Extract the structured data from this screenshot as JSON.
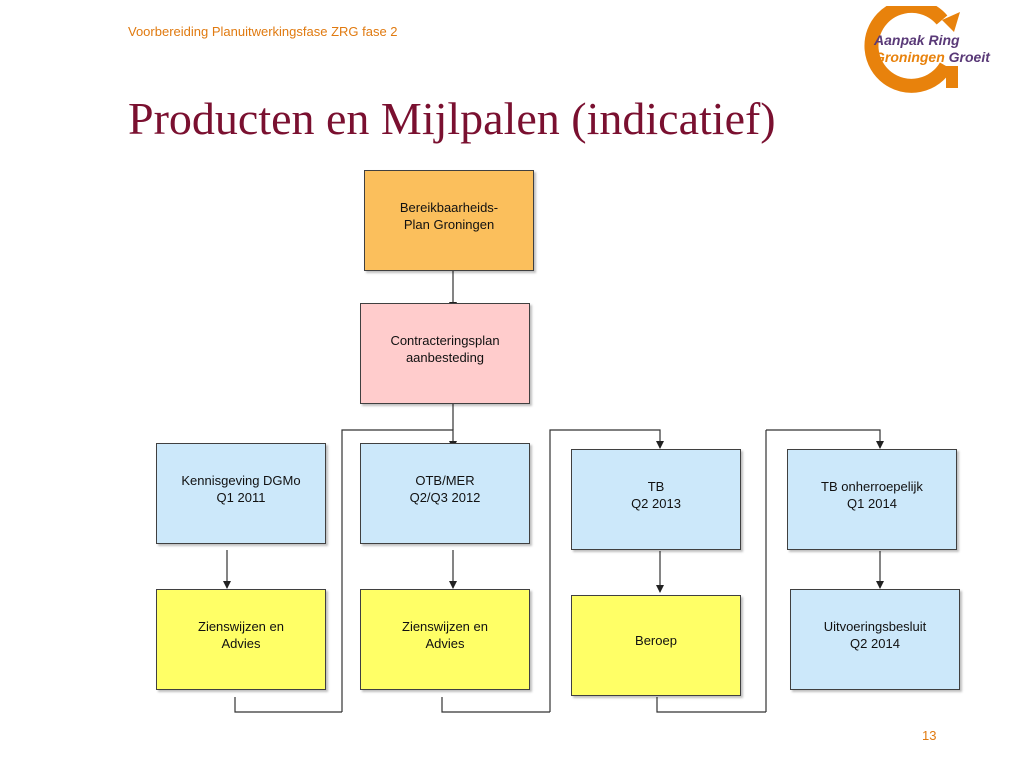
{
  "header": {
    "subtitle": "Voorbereiding Planuitwerkingsfase ZRG fase 2",
    "title": "Producten en Mijlpalen (indicatief)"
  },
  "logo": {
    "line1": "Aanpak Ring",
    "line2a": "Groningen",
    "line2b": "Groeit",
    "colors": {
      "orange": "#e8820c",
      "purple": "#5a3a78"
    }
  },
  "diagram": {
    "bereikbaarheidsplan": "Bereikbaarheids-\nPlan Groningen",
    "contracteringsplan": "Contracteringsplan\naanbesteding",
    "kennisgeving": "Kennisgeving DGMo\nQ1 2011",
    "otb_mer": "OTB/MER\nQ2/Q3 2012",
    "tb": "TB\nQ2 2013",
    "tb_onherroepelijk": "TB onherroepelijk\nQ1 2014",
    "zienswijzen_1": "Zienswijzen en\nAdvies",
    "zienswijzen_2": "Zienswijzen en\nAdvies",
    "beroep": "Beroep",
    "uitvoeringsbesluit": "Uitvoeringsbesluit\nQ2 2014",
    "colors": {
      "orange": "#fbbf5c",
      "pink": "#ffcccc",
      "blue": "#cce8fa",
      "yellow": "#ffff66"
    }
  },
  "footer": {
    "page_number": "13"
  }
}
